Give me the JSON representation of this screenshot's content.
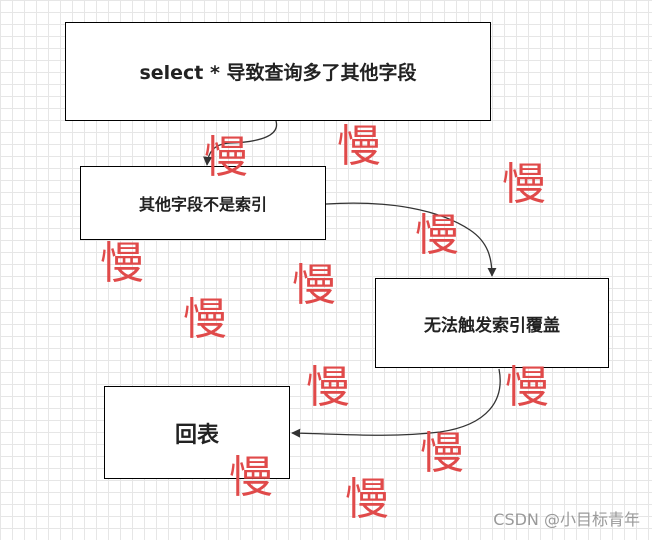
{
  "nodes": [
    {
      "id": "n1",
      "label": "select * 导致查询多了其他字段"
    },
    {
      "id": "n2",
      "label": "其他字段不是索引"
    },
    {
      "id": "n3",
      "label": "无法触发索引覆盖"
    },
    {
      "id": "n4",
      "label": "回表"
    }
  ],
  "edges": [
    {
      "from": "n1",
      "to": "n2"
    },
    {
      "from": "n2",
      "to": "n3"
    },
    {
      "from": "n3",
      "to": "n4"
    }
  ],
  "annotation_text": "慢",
  "annotation_color": "#e04a4a",
  "watermark": "CSDN @小目标青年"
}
